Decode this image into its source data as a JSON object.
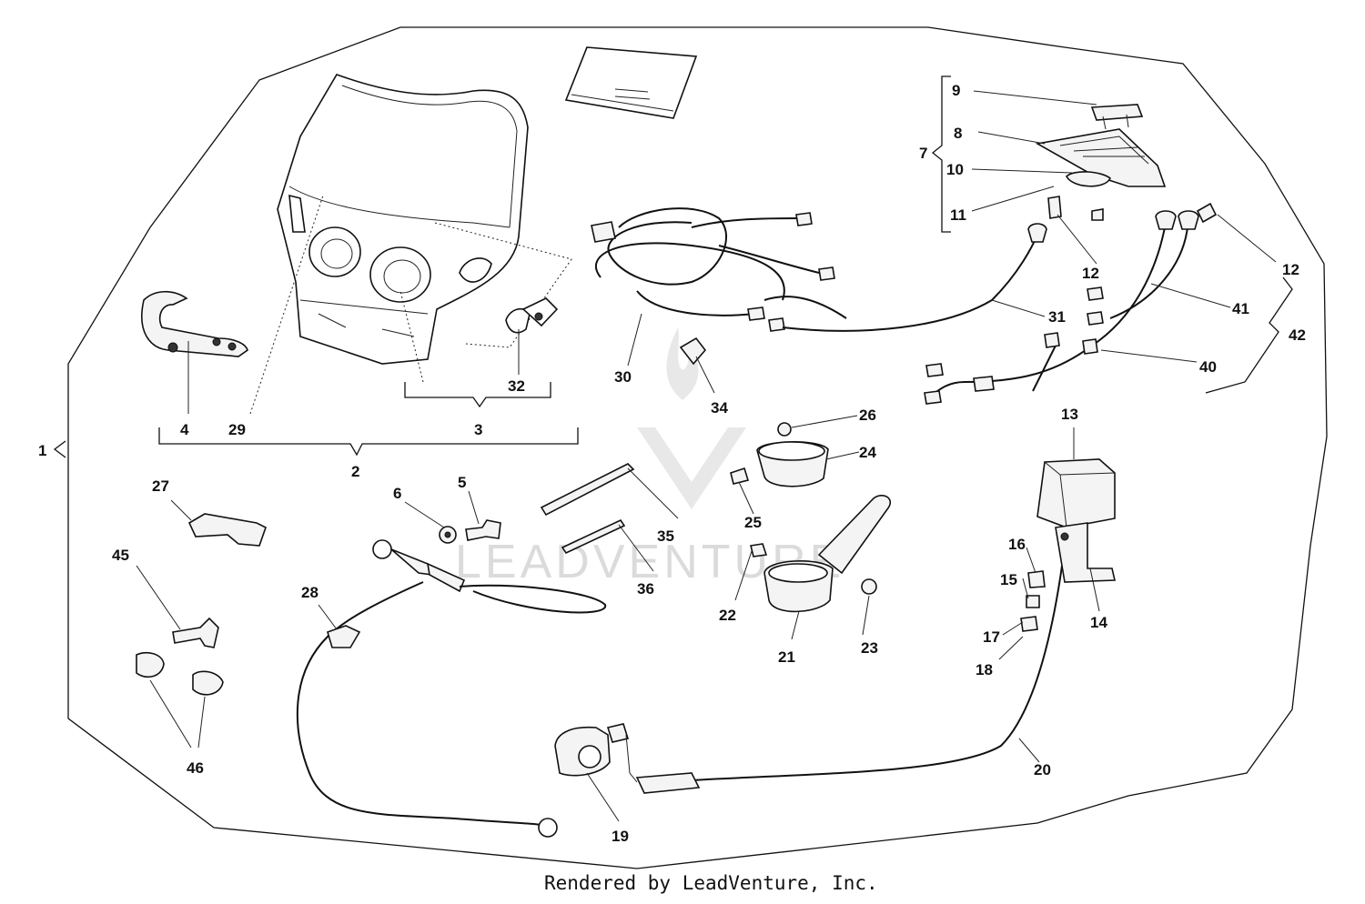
{
  "footer": "Rendered by LeadVenture, Inc.",
  "watermark": "LEADVENTURE",
  "callouts": {
    "n1": "1",
    "n2": "2",
    "n3": "3",
    "n4": "4",
    "n5": "5",
    "n6": "6",
    "n7": "7",
    "n8": "8",
    "n9": "9",
    "n10": "10",
    "n11": "11",
    "n12a": "12",
    "n12b": "12",
    "n13": "13",
    "n14": "14",
    "n15": "15",
    "n16": "16",
    "n17": "17",
    "n18": "18",
    "n19": "19",
    "n20": "20",
    "n21": "21",
    "n22": "22",
    "n23": "23",
    "n24": "24",
    "n25": "25",
    "n26": "26",
    "n27": "27",
    "n28": "28",
    "n29": "29",
    "n30": "30",
    "n31": "31",
    "n32": "32",
    "n34": "34",
    "n35": "35",
    "n36": "36",
    "n40": "40",
    "n41": "41",
    "n42a": "42",
    "n45": "45",
    "n46": "46"
  }
}
